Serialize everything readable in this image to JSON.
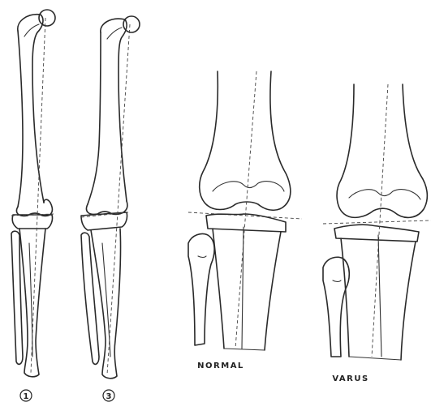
{
  "figures": [
    {
      "id": "left-limb-1",
      "label": "1"
    },
    {
      "id": "left-limb-2",
      "label": "3"
    }
  ],
  "knees": [
    {
      "id": "normal",
      "label": "NORMAL"
    },
    {
      "id": "varus",
      "label": "VARUS"
    }
  ]
}
